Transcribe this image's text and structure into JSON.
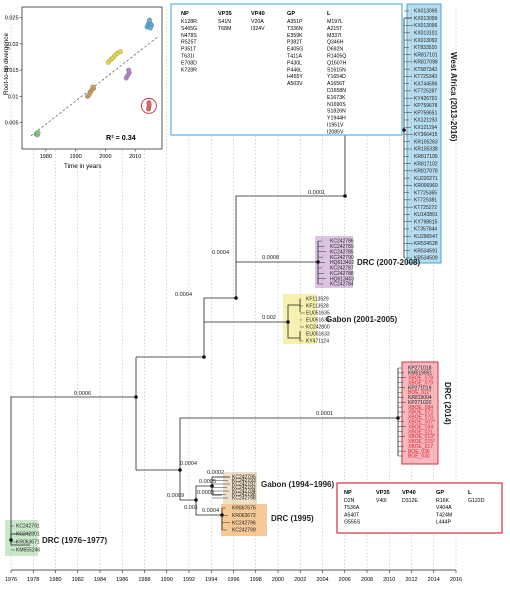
{
  "inset": {
    "ylabel": "Root-to-tip divergence",
    "xlabel": "Time in years",
    "r2_label": "R² = 0.34",
    "xticks": [
      1980,
      1990,
      2000,
      2010
    ],
    "yticks": [
      0.005,
      0.01,
      0.015,
      0.02,
      0.025
    ],
    "points": [
      {
        "x": 1976.8,
        "y": 0.0028,
        "color": "#7dc87d"
      },
      {
        "x": 1977.0,
        "y": 0.003,
        "color": "#7dc87d"
      },
      {
        "x": 1977.2,
        "y": 0.0027,
        "color": "#7dc87d"
      },
      {
        "x": 1977.4,
        "y": 0.0031,
        "color": "#7dc87d"
      },
      {
        "x": 1994.0,
        "y": 0.01,
        "color": "#c9a060"
      },
      {
        "x": 1994.5,
        "y": 0.0103,
        "color": "#c9a060"
      },
      {
        "x": 1995.0,
        "y": 0.0108,
        "color": "#c9a060"
      },
      {
        "x": 1995.5,
        "y": 0.0113,
        "color": "#e89a4a"
      },
      {
        "x": 1996.0,
        "y": 0.0115,
        "color": "#e89a4a"
      },
      {
        "x": 1995.8,
        "y": 0.0118,
        "color": "#c9a060"
      },
      {
        "x": 2001.0,
        "y": 0.0165,
        "color": "#e6d64a"
      },
      {
        "x": 2001.8,
        "y": 0.017,
        "color": "#e6d64a"
      },
      {
        "x": 2002.5,
        "y": 0.0173,
        "color": "#e6d64a"
      },
      {
        "x": 2003.2,
        "y": 0.0178,
        "color": "#e6d64a"
      },
      {
        "x": 2004.0,
        "y": 0.0182,
        "color": "#e6d64a"
      },
      {
        "x": 2005.0,
        "y": 0.0185,
        "color": "#e6d64a"
      },
      {
        "x": 2007.0,
        "y": 0.0135,
        "color": "#b383c9"
      },
      {
        "x": 2007.5,
        "y": 0.014,
        "color": "#b383c9"
      },
      {
        "x": 2008.0,
        "y": 0.0145,
        "color": "#b383c9"
      },
      {
        "x": 2007.8,
        "y": 0.015,
        "color": "#b383c9"
      },
      {
        "x": 2014.5,
        "y": 0.0076,
        "color": "#e86060"
      },
      {
        "x": 2014.6,
        "y": 0.008,
        "color": "#e86060"
      },
      {
        "x": 2014.7,
        "y": 0.0084,
        "color": "#e86060"
      },
      {
        "x": 2014.6,
        "y": 0.0088,
        "color": "#e86060"
      },
      {
        "x": 2014.0,
        "y": 0.0232,
        "color": "#5ab0d8"
      },
      {
        "x": 2014.3,
        "y": 0.0236,
        "color": "#5ab0d8"
      },
      {
        "x": 2014.6,
        "y": 0.024,
        "color": "#5ab0d8"
      },
      {
        "x": 2014.9,
        "y": 0.0234,
        "color": "#5ab0d8"
      },
      {
        "x": 2015.2,
        "y": 0.0238,
        "color": "#5ab0d8"
      },
      {
        "x": 2015.5,
        "y": 0.0235,
        "color": "#5ab0d8"
      },
      {
        "x": 2014.8,
        "y": 0.0245,
        "color": "#5ab0d8"
      },
      {
        "x": 2015.1,
        "y": 0.023,
        "color": "#5ab0d8"
      }
    ]
  },
  "mutation_table_west": {
    "headers": [
      "NP",
      "VP35",
      "VP40",
      "GP",
      "L"
    ],
    "columns": [
      [
        "K128R",
        "S465G",
        "N478S",
        "R525T",
        "P351T",
        "T631I",
        "E708D",
        "K728R"
      ],
      [
        "S41N",
        "T68M"
      ],
      [
        "V20A",
        "I324V"
      ],
      [
        "A351P",
        "T336N",
        "E359K",
        "P382T",
        "E405G",
        "T411A",
        "P430L",
        "P446L",
        "H455Y",
        "A503V"
      ],
      [
        "M197L",
        "A215T",
        "M337I",
        "Q346H",
        "D692N",
        "R1405Q",
        "Q1607H",
        "S1615N",
        "Y1654D",
        "A1656T",
        "D1658N",
        "E1673K",
        "N1690S",
        "S1826N",
        "Y1944H",
        "I1951V",
        "I2085V"
      ]
    ]
  },
  "mutation_table_drc2014": {
    "headers": [
      "NP",
      "VP35",
      "VP40",
      "GP",
      "L"
    ],
    "columns": [
      [
        "D2N",
        "T536A",
        "A540T",
        "G555S"
      ],
      [
        "V40I"
      ],
      [
        "D312E"
      ],
      [
        "R16K",
        "V404A",
        "T424M",
        "L444P"
      ],
      [
        "G122D"
      ]
    ]
  },
  "groups": [
    {
      "label": "West Africa (2013-2016)"
    },
    {
      "label": "DRC (2007-2008)"
    },
    {
      "label": "Gabon (2001-2005)"
    },
    {
      "label": "DRC (2014)"
    },
    {
      "label": "Gabon (1994~1996)"
    },
    {
      "label": "DRC (1995)"
    },
    {
      "label": "DRC (1976~1977)"
    }
  ],
  "branch_labels": [
    "0.0001",
    "0.0004",
    "0.0008",
    "0.0004",
    "0.002",
    "0.0006",
    "0.0001",
    "0.0004",
    "0.0002",
    "0.0005",
    "0.0009",
    "0.001",
    "0.0005",
    "0.0004"
  ],
  "tips": {
    "west_africa": [
      "KX013095",
      "KX013099",
      "KX013096",
      "KX013101",
      "KX013092",
      "KT833510",
      "KR817101",
      "KR817098",
      "KT587343",
      "KT725343",
      "KX744596",
      "KT725287",
      "KY426701",
      "KP759678",
      "KP759651",
      "KX121193",
      "KX121194",
      "KY366415",
      "KR105263",
      "KR105338",
      "KR817105",
      "KR817102",
      "KR817078",
      "KU220271",
      "KR006960",
      "KT725365",
      "KT725381",
      "KT725272",
      "KU143801",
      "KY798615",
      "KT357844",
      "KU296547",
      "KR534528",
      "KR534591",
      "KR534509"
    ],
    "drc2007": [
      "KC242786",
      "KC242789",
      "KC242785",
      "KC242790",
      "HQ613402",
      "KC242787",
      "KC242788",
      "HQ613403",
      "KC242784"
    ],
    "gabon2001": [
      "KF113529",
      "KF113528",
      "EU051635",
      "EU051634",
      "KC242800",
      "EU051633",
      "KY471124"
    ],
    "drc2014": [
      "KP271018",
      "KM519951",
      "XBOE_078",
      "XBOE_079",
      "KP271019",
      "BOE_011*",
      "KR819004",
      "KP271020",
      "XBOE_084",
      "XBOE_073",
      "XBOE_070",
      "XBOE_007*",
      "XBOE_034",
      "XBOE_021",
      "XBOE_013*",
      "XBOE_015*",
      "XBOE_017",
      "BOE_036",
      "BOE_030"
    ],
    "gabon1994": [
      "KC242795",
      "KC242793",
      "KC242797",
      "KC242792",
      "KC242794",
      "KC242796",
      "KC242798"
    ],
    "drc1995": [
      "KR867676",
      "KR063672",
      "KC242796",
      "KC242799"
    ],
    "drc1976": [
      "KC242791",
      "KC242801",
      "KR063671",
      "KM655246"
    ]
  },
  "time_axis": {
    "start": 1976,
    "end": 2016,
    "step": 2
  },
  "colors": {
    "west_africa": "#b7def0",
    "drc2007": "#dcc3e2",
    "gabon2001": "#f6f1b0",
    "drc2014": "#f6b9bf",
    "gabon1994": "#efe0c8",
    "drc1995": "#f6c996",
    "drc1976": "#c9e7c9",
    "red_label": "#e0202a"
  }
}
